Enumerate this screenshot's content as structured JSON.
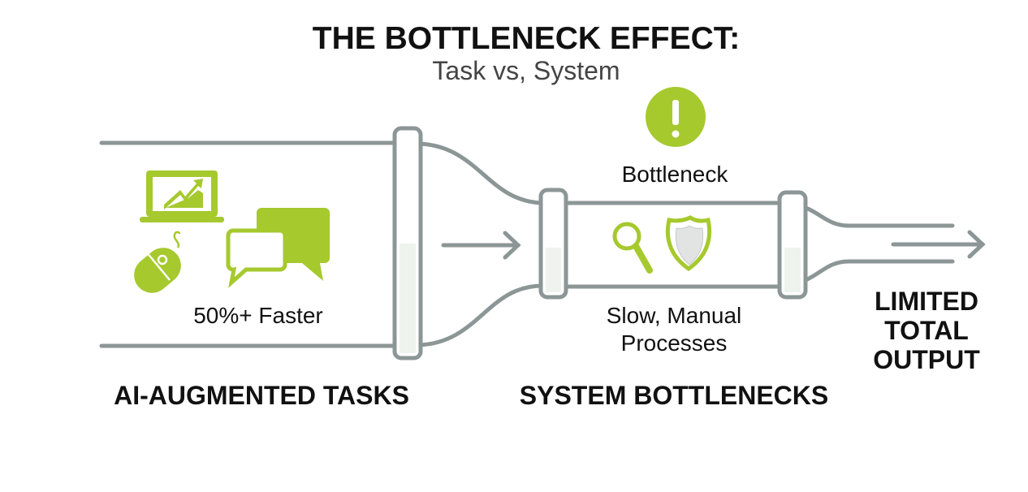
{
  "title": "THE BOTTLENECK EFFECT:",
  "subtitle": "Task vs, System",
  "left": {
    "caption": "50%+ Faster",
    "section_label": "AI-AUGMENTED TASKS"
  },
  "middle": {
    "alert_label": "Bottleneck",
    "caption_line1": "Slow, Manual",
    "caption_line2": "Processes",
    "section_label": "SYSTEM BOTTLENECKS"
  },
  "right": {
    "line1": "LIMITED",
    "line2": "TOTAL",
    "line3": "OUTPUT"
  },
  "colors": {
    "accent": "#a6c92e",
    "pipe": "#8c9696",
    "text": "#111111"
  }
}
